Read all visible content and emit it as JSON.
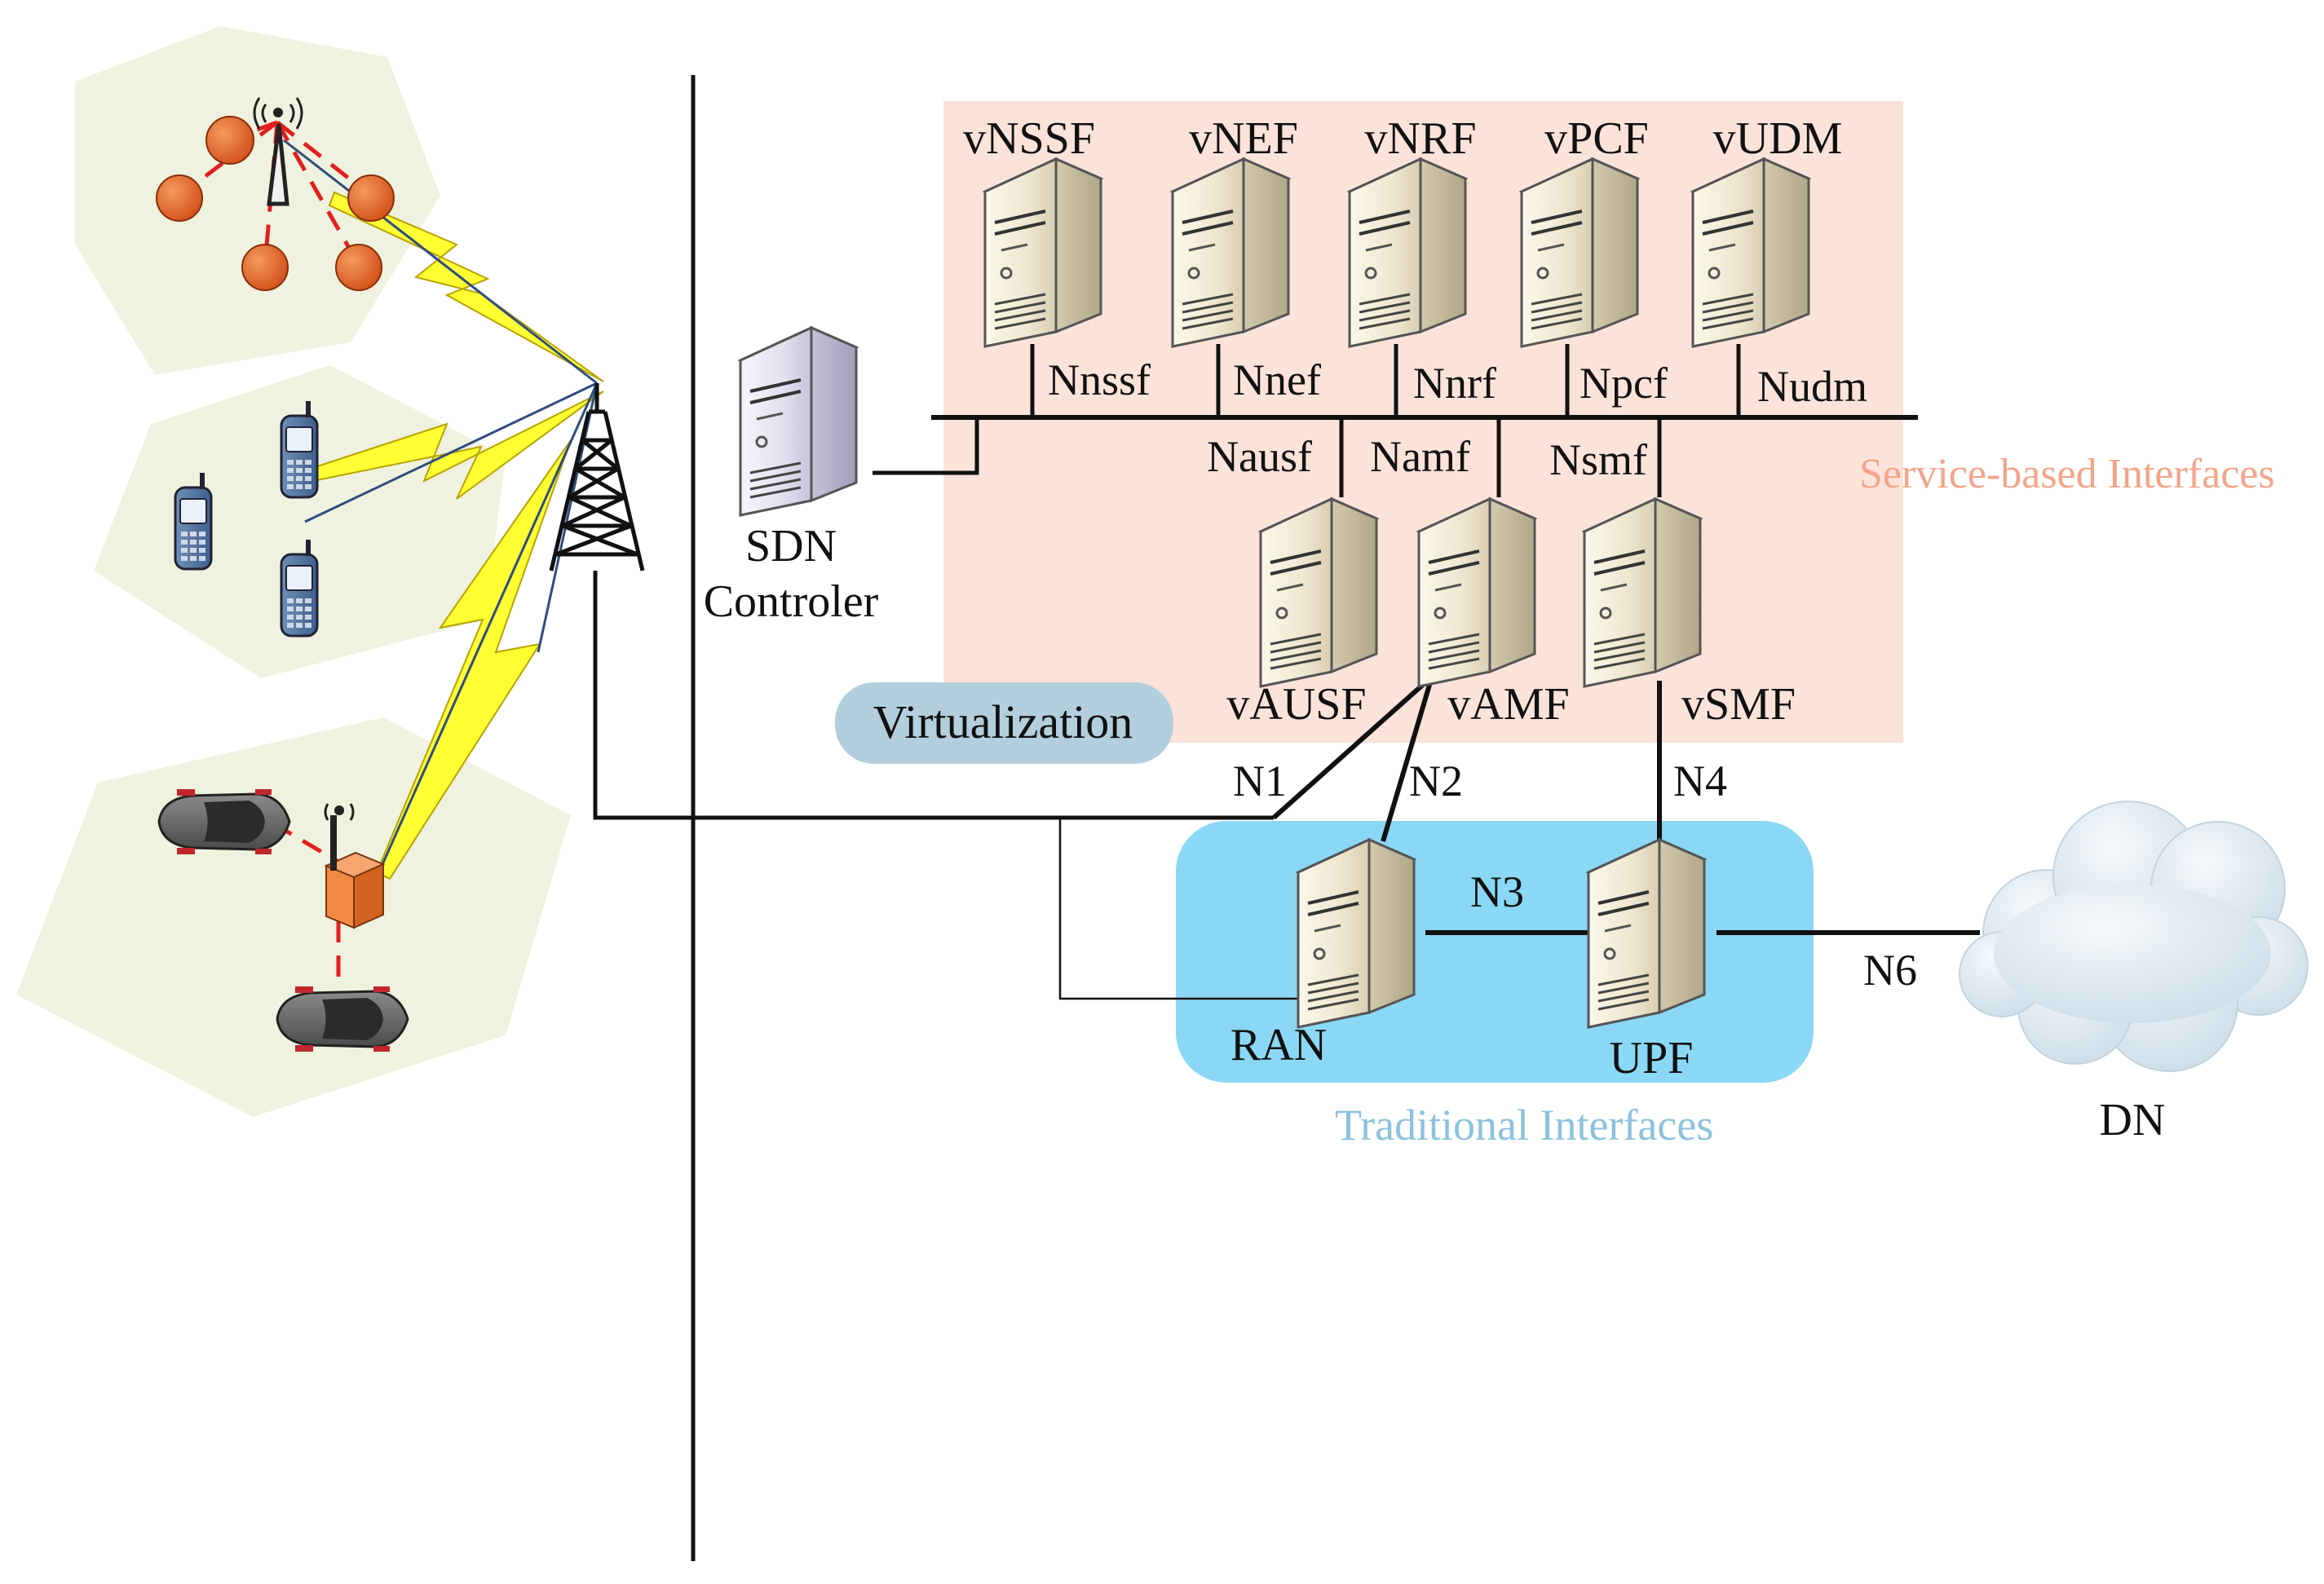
{
  "colors": {
    "service_based_bg": "#fbe3da",
    "traditional_bg": "#8ad8f5",
    "virtualization_pill": "#b3cfdd",
    "service_based_text": "#f2a58a",
    "traditional_text": "#8cc2dc",
    "cell_zone": "#eef2df",
    "lightning": "#ffff33",
    "device_orange": "#e8631e",
    "cloud": "#dde9f1"
  },
  "network_functions": {
    "vnssf": "vNSSF",
    "vnef": "vNEF",
    "vnrf": "vNRF",
    "vpcf": "vPCF",
    "vudm": "vUDM",
    "vausf": "vAUSF",
    "vamf": "vAMF",
    "vsmf": "vSMF",
    "ran": "RAN",
    "upf": "UPF"
  },
  "sbi_interfaces": {
    "nnssf": "Nnssf",
    "nnef": "Nnef",
    "nnrf": "Nnrf",
    "npcf": "Npcf",
    "nudm": "Nudm",
    "nausf": "Nausf",
    "namf": "Namf",
    "nsmf": "Nsmf"
  },
  "ref_points": {
    "n1": "N1",
    "n2": "N2",
    "n3": "N3",
    "n4": "N4",
    "n6": "N6"
  },
  "sdn": {
    "line1": "SDN",
    "line2": "Controler"
  },
  "virtualization": "Virtualization",
  "regions": {
    "service_based": "Service-based Interfaces",
    "traditional": "Traditional Interfaces"
  },
  "dn": "DN"
}
